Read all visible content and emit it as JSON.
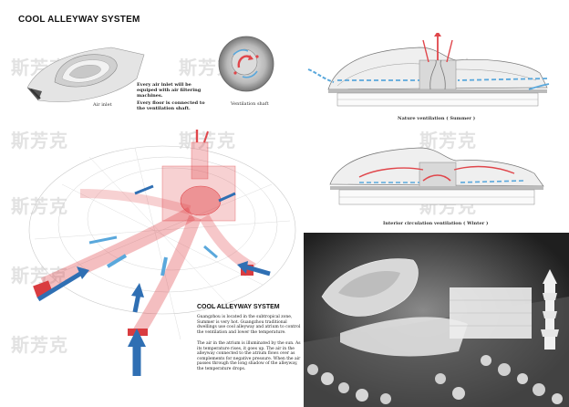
{
  "title": "COOL ALLEYWAY SYSTEM",
  "top_left": {
    "air_inlet_label": "Air inlet",
    "note_1": "Every air inlet will be equiped with air filtering machines.",
    "note_2": "Every floor is connected to the ventilation shaft.",
    "shaft_label": "Ventilation shaft"
  },
  "sections": {
    "summer_caption": "Nature ventilation ( Summer )",
    "winter_caption": "Interior circulation ventilation ( Winter )"
  },
  "text_block": {
    "heading": "COOL ALLEYWAY SYSTEM",
    "para_1": "Guangzhou is located in the subtropical zone, Summer is very hot. Guangzhou traditional dwellings use cool alleyway and atrium to control the ventilation and lower the temperature.",
    "para_2": "The air in the atrium is illuminated by the sun. As its temperature rises, it goes up. The air in the alleyway connected to the atrium flows over as complements for negative pressure. When the air passes through the long shadow of the alleyway, the temperature drops."
  },
  "watermark": "斯芳克",
  "colors": {
    "hot_air": "#e0464b",
    "cool_air": "#2f6fb3",
    "light_blue_air": "#5aa8dc",
    "photo_bg": "#2e2e2e"
  }
}
